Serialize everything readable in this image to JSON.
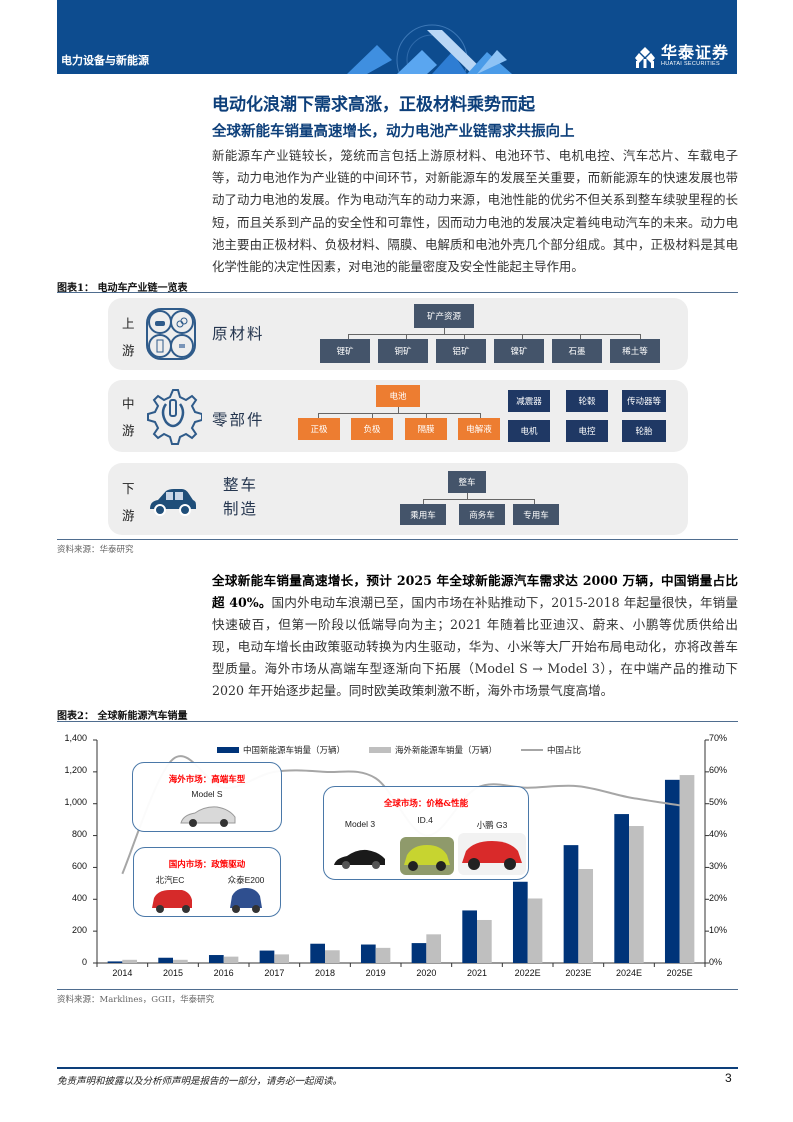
{
  "header": {
    "section": "电力设备与新能源",
    "brand_cn": "华泰证券",
    "brand_en": "HUATAI SECURITIES",
    "bg_color": "#0d4c8f"
  },
  "title": "电动化浪潮下需求高涨，正极材料乘势而起",
  "subtitle": "全球新能车销量高速增长，动力电池产业链需求共振向上",
  "paragraph1": "新能源车产业链较长，笼统而言包括上游原材料、电池环节、电机电控、汽车芯片、车载电子等，动力电池作为产业链的中间环节，对新能源车的发展至关重要，而新能源车的快速发展也带动了动力电池的发展。作为电动汽车的动力来源，电池性能的优劣不但关系到整车续驶里程的长短，而且关系到产品的安全性和可靠性，因而动力电池的发展决定着纯电动汽车的未来。动力电池主要由正极材料、负极材料、隔膜、电解质和电池外壳几个部分组成。其中，正极材料是其电化学性能的决定性因素，对电池的能量密度及安全性能起主导作用。",
  "figure1": {
    "title": "图表1：  电动车产业链一览表",
    "source": "资料来源：华泰研究",
    "upstream": {
      "tier": [
        "上",
        "游"
      ],
      "category": "原材料",
      "root": "矿产资源",
      "children": [
        "锂矿",
        "铜矿",
        "铝矿",
        "镍矿",
        "石墨",
        "稀土等"
      ]
    },
    "midstream": {
      "tier": [
        "中",
        "游"
      ],
      "category": "零部件",
      "root": "电池",
      "children": [
        "正极",
        "负极",
        "隔膜",
        "电解液"
      ],
      "others": [
        "减震器",
        "轮毂",
        "传动器等",
        "电机",
        "电控",
        "轮胎"
      ]
    },
    "downstream": {
      "tier": [
        "下",
        "游"
      ],
      "category": [
        "整车",
        "制造"
      ],
      "root": "整车",
      "children": [
        "乘用车",
        "商务车",
        "专用车"
      ]
    }
  },
  "paragraph2": {
    "bold": "全球新能车销量高速增长，预计 2025 年全球新能源汽车需求达 2000 万辆，中国销量占比超 40%。",
    "text": "国内外电动车浪潮已至，国内市场在补贴推动下，2015-2018 年起量很快，年销量快速破百，但第一阶段以低端导向为主；2021 年随着比亚迪汉、蔚来、小鹏等优质供给出现，电动车增长由政策驱动转换为内生驱动，华为、小米等大厂开始布局电动化，亦将改善车型质量。海外市场从高端车型逐渐向下拓展（Model S → Model 3），在中端产品的推动下 2020 年开始逐步起量。同时欧美政策刺激不断，海外市场景气度高增。"
  },
  "figure2": {
    "title": "图表2：  全球新能源汽车销量",
    "source": "资料来源：Marklines，GGII，华泰研究",
    "callouts": [
      {
        "title": "海外市场：高端车型",
        "labels": [
          "Model S"
        ]
      },
      {
        "title": "国内市场：政策驱动",
        "labels": [
          "北汽EC",
          "众泰E200"
        ]
      },
      {
        "title": "全球市场：价格&性能",
        "labels": [
          "Model 3",
          "ID.4",
          "小鹏 G3"
        ]
      }
    ]
  },
  "chart_data": {
    "type": "bar",
    "title": "全球新能源汽车销量",
    "categories": [
      "2014",
      "2015",
      "2016",
      "2017",
      "2018",
      "2019",
      "2020",
      "2021",
      "2022E",
      "2023E",
      "2024E",
      "2025E"
    ],
    "series": [
      {
        "name": "中国新能源车销量（万辆）",
        "type": "bar",
        "axis": "left",
        "color": "#003479",
        "values": [
          10,
          33,
          50,
          78,
          121,
          116,
          125,
          330,
          510,
          740,
          935,
          1150
        ]
      },
      {
        "name": "海外新能源车销量（万辆）",
        "type": "bar",
        "axis": "left",
        "color": "#bfbfbf",
        "values": [
          20,
          20,
          40,
          54,
          80,
          95,
          180,
          270,
          405,
          590,
          860,
          1180
        ]
      },
      {
        "name": "中国占比",
        "type": "line",
        "axis": "right",
        "color": "#a6a6a6",
        "values": [
          28,
          64,
          55,
          60,
          60,
          58,
          40,
          55,
          55,
          55.5,
          52,
          49.5
        ]
      }
    ],
    "y_left": {
      "ticks": [
        "0",
        "200",
        "400",
        "600",
        "800",
        "1,000",
        "1,200",
        "1,400"
      ],
      "ylim": [
        0,
        1400
      ]
    },
    "y_right": {
      "ticks": [
        "0%",
        "10%",
        "20%",
        "30%",
        "40%",
        "50%",
        "60%",
        "70%"
      ],
      "ylim": [
        0,
        70
      ]
    },
    "legend_position": "top",
    "grid": false
  },
  "footer": {
    "disclaimer": "免责声明和披露以及分析师声明是报告的一部分，请务必一起阅读。",
    "page": "3"
  }
}
